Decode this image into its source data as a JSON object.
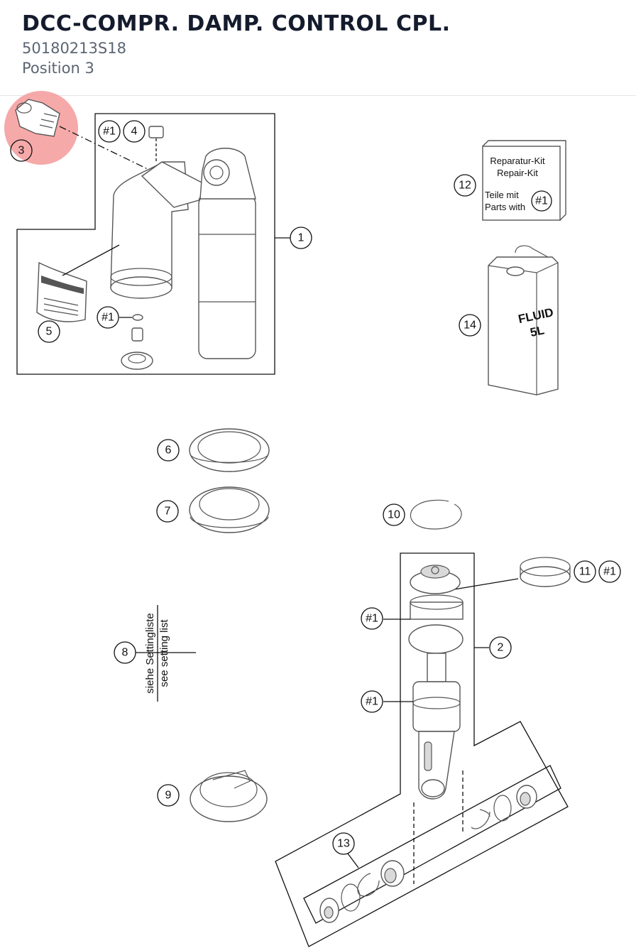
{
  "header": {
    "title": "DCC-COMPR. DAMP. CONTROL CPL.",
    "part_number": "50180213S18",
    "position": "Position 3"
  },
  "colors": {
    "highlight": "#f59a9a",
    "title": "#141b2d",
    "subtitle": "#5b6573",
    "line": "#111111"
  },
  "selected_position": "3",
  "callouts": {
    "c1": "1",
    "c2": "2",
    "c3": "3",
    "c4": "4",
    "c5": "5",
    "c6": "6",
    "c7": "7",
    "c8": "8",
    "c9": "9",
    "c10": "10",
    "c11": "11",
    "c12": "12",
    "c13": "13",
    "c14": "14",
    "ref": "#1"
  },
  "repair_kit": {
    "line1": "Reparatur-Kit",
    "line2": "Repair-Kit",
    "line3": "Teile mit",
    "line4": "Parts with"
  },
  "fluid_can": {
    "line1": "FLUID",
    "line2": "5L"
  },
  "spring_note": {
    "line1": "siehe Settingliste",
    "line2": "see setting list"
  }
}
